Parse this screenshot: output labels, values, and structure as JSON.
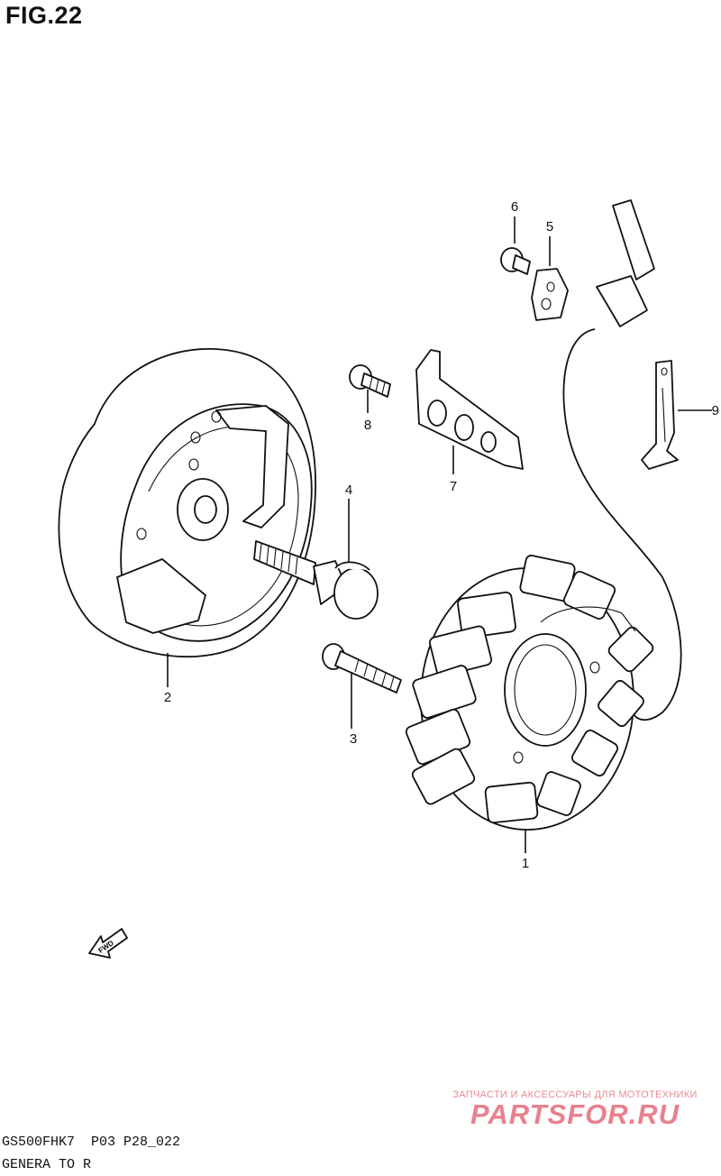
{
  "figure": {
    "title": "FIG.22",
    "model_code": "GS500FHK7  P03 P28_022",
    "section_name": "GENERA TO R"
  },
  "callouts": [
    {
      "id": "1",
      "label": "1",
      "part": "stator-coil"
    },
    {
      "id": "2",
      "label": "2",
      "part": "rotor-flywheel"
    },
    {
      "id": "3",
      "label": "3",
      "part": "stator-bolt"
    },
    {
      "id": "4",
      "label": "4",
      "part": "rotor-bolt"
    },
    {
      "id": "5",
      "label": "5",
      "part": "clamp-plate"
    },
    {
      "id": "6",
      "label": "6",
      "part": "plate-bolt"
    },
    {
      "id": "7",
      "label": "7",
      "part": "lead-wire-guide"
    },
    {
      "id": "8",
      "label": "8",
      "part": "guide-bolt"
    },
    {
      "id": "9",
      "label": "9",
      "part": "wire-clamp"
    }
  ],
  "direction_marker": {
    "label": "FWD",
    "icon": "fwd-arrow-icon"
  },
  "watermark": {
    "tagline": "ЗАПЧАСТИ И АКСЕССУАРЫ ДЛЯ МОТОТЕХНИКИ",
    "brand": "PARTSFOR.RU",
    "color": "#e7818d"
  }
}
